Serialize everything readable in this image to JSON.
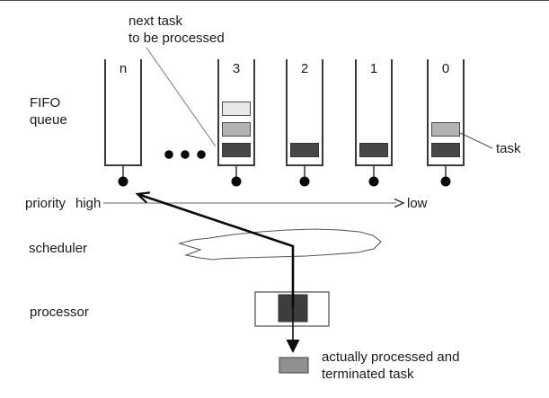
{
  "title": "Multilevel priority FIFO queue scheduling diagram",
  "labels": {
    "next_task_line1": "next task",
    "next_task_line2": "to be processed",
    "fifo_line1": "FIFO",
    "fifo_line2": "queue",
    "priority": "priority",
    "high": "high",
    "low": "low",
    "scheduler": "scheduler",
    "processor": "processor",
    "task": "task",
    "terminated_line1": "actually processed and",
    "terminated_line2": "terminated task"
  },
  "queues": {
    "description": "FIFO queues ordered by priority, high (n) to low (0); each drains through a dot to the scheduler",
    "items": [
      {
        "label": "n",
        "tasks": []
      },
      {
        "label": "3",
        "tasks": [
          "light",
          "medium",
          "dark"
        ]
      },
      {
        "label": "2",
        "tasks": [
          "dark"
        ]
      },
      {
        "label": "1",
        "tasks": [
          "dark"
        ]
      },
      {
        "label": "0",
        "tasks": [
          "medium",
          "dark"
        ]
      }
    ],
    "ellipsis_between": "queue n and queue 3"
  },
  "annotations": {
    "next_task_points_to": "bottom (dark) task of queue 3",
    "task_points_to": "medium task of queue 0",
    "priority_axis": "high → low",
    "scheduler_arrow": "from processor line up-left toward queue n outlet",
    "processor_flow": "processor emits actually processed and terminated task"
  },
  "colors": {
    "background": "#ffffff",
    "text": "#1a1a1a",
    "outline": "#3a3a3a",
    "task_light": "#e8e8e8",
    "task_medium": "#b3b3b3",
    "task_dark": "#474747",
    "task_terminated": "#8f8f8f",
    "processor_task": "#3d3d3d",
    "axis_gray": "#999999",
    "leader_gray": "#777777"
  }
}
